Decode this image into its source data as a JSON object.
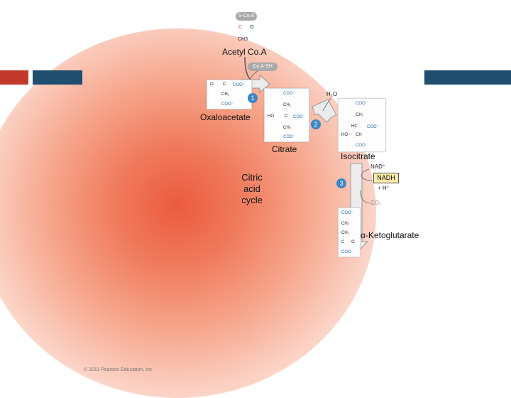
{
  "colors": {
    "bar_red": "#c0392b",
    "bar_blue": "#1f4e6e",
    "step_blue": "#3d86c6",
    "nadh_fill": "#fde9a8"
  },
  "acetyl_coa": {
    "coa_group": "S-Co.A",
    "atoms": [
      "C",
      "O",
      "CH3"
    ],
    "label": "Acetyl Co.A"
  },
  "coa_sh": "Co.A-SH",
  "oxaloacetate": {
    "label": "Oxaloacetate",
    "formula_rows": [
      "O",
      "C",
      "COO⁻",
      "CH₂",
      "COO⁻"
    ]
  },
  "citrate": {
    "label": "Citrate",
    "formula_rows": [
      "COO⁻",
      "CH₂",
      "HO",
      "C",
      "COO⁻",
      "CH₂",
      "COO⁻"
    ]
  },
  "water": "H₂O",
  "isocitrate": {
    "label": "Isocitrate",
    "formula_rows": [
      "COO⁻",
      "CH₂",
      "HC",
      "COO⁻",
      "HO",
      "CH",
      "COO⁻"
    ]
  },
  "nad": "NAD⁺",
  "nadh": "NADH",
  "hplus": "+ H⁺",
  "co2": "CO₂",
  "ketoglutarate": {
    "label": "α-Ketoglutarate",
    "formula_rows": [
      "COO⁻",
      "CH₂",
      "CH₂",
      "C",
      "O",
      "COO⁻"
    ]
  },
  "cycle_label": [
    "Citric",
    "acid",
    "cycle"
  ],
  "steps": [
    "1",
    "2",
    "3"
  ],
  "copyright": "© 2011 Pearson Education, Inc."
}
